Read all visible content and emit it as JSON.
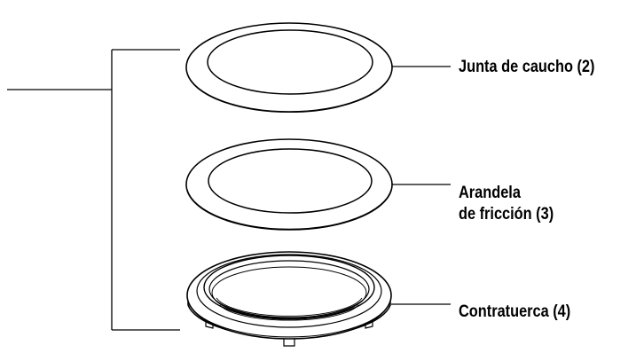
{
  "parts": {
    "gasket": {
      "label": "Junta de caucho (2)"
    },
    "washer": {
      "label_line1": "Arandela",
      "label_line2": "de fricción (3)"
    },
    "locknut": {
      "label": "Contratuerca (4)"
    }
  }
}
